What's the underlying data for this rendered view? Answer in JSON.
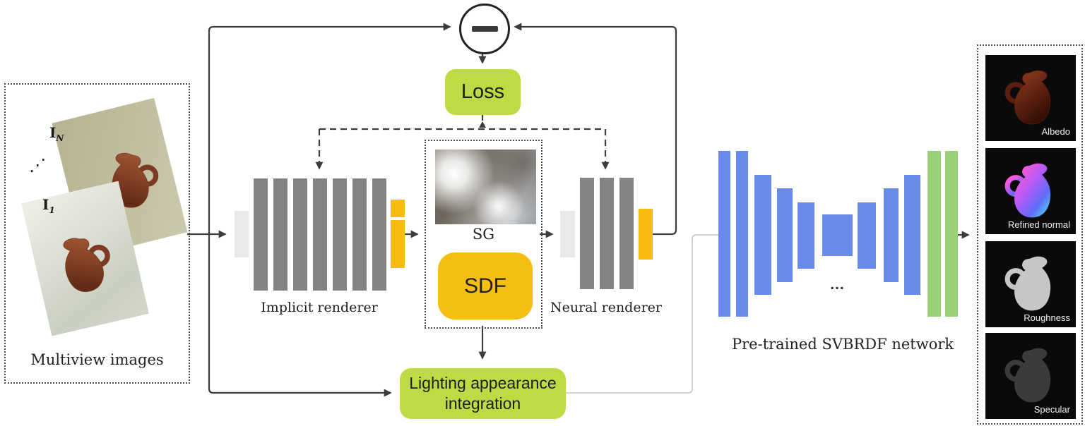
{
  "colors": {
    "box_green": "#bedb44",
    "box_gold": "#f4be13",
    "bar_gray": "#838383",
    "bar_light": "#e9e9e9",
    "bar_gold": "#f7bb12",
    "bar_blue": "#688ae9",
    "bar_green": "#98d174",
    "wire_dark": "#3c3c3c",
    "wire_light": "#c4c4c4",
    "panel_black": "#0a0a0a"
  },
  "multiview": {
    "caption": "Multiview images",
    "image_last": {
      "base": "I",
      "sub": "N"
    },
    "dots": "⋰",
    "image_first": {
      "base": "I",
      "sub": "1"
    }
  },
  "loss": {
    "label": "Loss"
  },
  "implicit_renderer": {
    "caption": "Implicit renderer"
  },
  "neural_renderer": {
    "caption": "Neural renderer"
  },
  "sg": {
    "label": "SG"
  },
  "sdf": {
    "label": "SDF"
  },
  "lighting": {
    "line1": "Lighting appearance",
    "line2": "integration"
  },
  "svbrdf": {
    "caption": "Pre-trained SVBRDF network",
    "ellipsis": "..."
  },
  "outputs": {
    "items": [
      {
        "label": "Albedo"
      },
      {
        "label": "Refined normal"
      },
      {
        "label": "Roughness"
      },
      {
        "label": "Specular"
      }
    ]
  }
}
